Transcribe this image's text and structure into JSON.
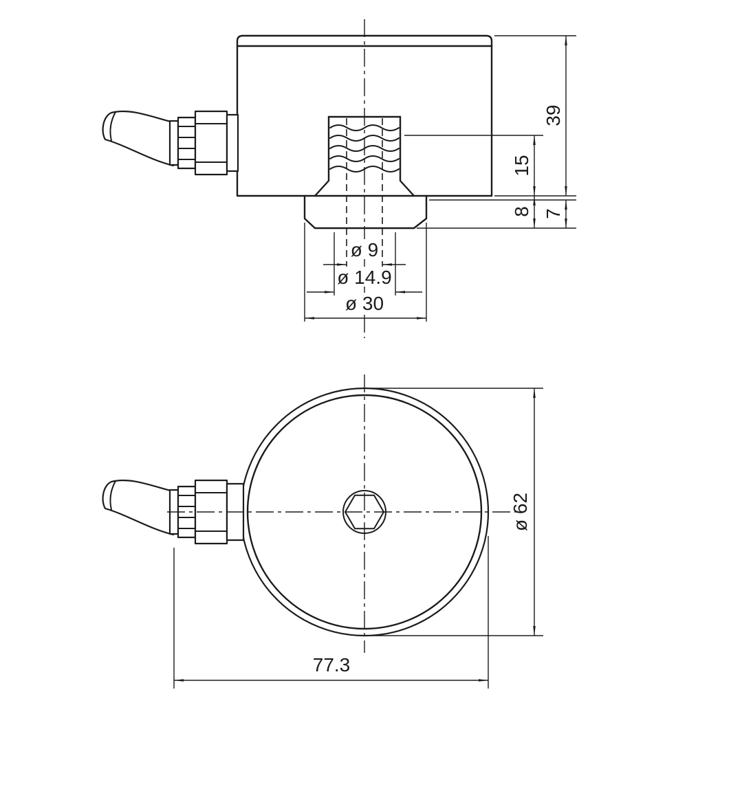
{
  "drawing": {
    "background_color": "#ffffff",
    "line_color": "#1b1b1b",
    "side_view": {
      "dim_overall_height": "39",
      "dim_thread_depth": "15",
      "dim_step_height": "8",
      "dim_boss_height": "7",
      "dim_hole_diameter": "ø 9",
      "dim_thread_diameter": "ø 14.9",
      "dim_boss_diameter": "ø 30"
    },
    "plan_view": {
      "dim_body_diameter": "ø 62",
      "dim_overall_length": "77.3"
    }
  }
}
